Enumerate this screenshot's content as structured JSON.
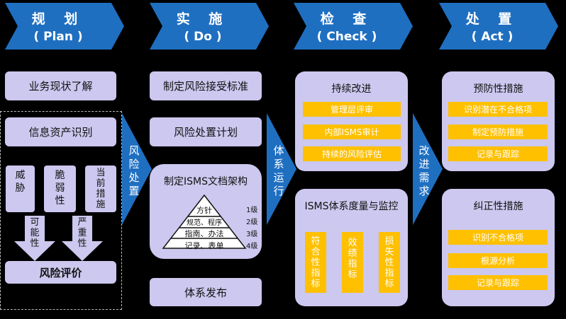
{
  "headers": [
    {
      "title": "规 划",
      "sub": "( Plan )"
    },
    {
      "title": "实 施",
      "sub": "( Do )"
    },
    {
      "title": "检 查",
      "sub": "( Check )"
    },
    {
      "title": "处 置",
      "sub": "( Act )"
    }
  ],
  "plan": {
    "box1": "业务现状了解",
    "box2": "信息资产识别",
    "threat": "威\n胁",
    "vuln": "脆\n弱\n性",
    "measures": "当\n前\n措\n施",
    "arrow_left": "可\n能\n性",
    "arrow_right": "严\n重\n性",
    "result": "风险评价"
  },
  "arrow1": "风\n险\n处\n置",
  "do": {
    "box1": "制定风险接受标准",
    "box2": "风险处置计划",
    "arch_title": "制定ISMS文档架构",
    "pyramid": [
      "方针",
      "规范、程序",
      "指南、办法",
      "记录、表单"
    ],
    "levels": [
      "1级",
      "2级",
      "3级",
      "4级"
    ],
    "box4": "体系发布"
  },
  "arrow2": "体\n系\n运\n行",
  "check": {
    "panel1_title": "持续改进",
    "panel1_items": [
      "管理层评审",
      "内部ISMS审计",
      "持续的风险评估"
    ],
    "panel2_title": "ISMS体系度量与监控",
    "panel2_items": [
      "符\n合\n性\n指\n标",
      "效\n绩\n指\n标",
      "损\n失\n性\n指\n标"
    ]
  },
  "arrow3": "改\n进\n需\n求",
  "act": {
    "panel1_title": "预防性措施",
    "panel1_items": [
      "识别潜在不合格项",
      "制定预防措施",
      "记录与跟踪"
    ],
    "panel2_title": "纠正性措施",
    "panel2_items": [
      "识别不合格项",
      "根源分析",
      "记录与跟踪"
    ]
  },
  "colors": {
    "header": "#1f6fc1",
    "box": "#ccc8ef",
    "accent": "#ffc000",
    "arrow": "#1f6fc1"
  }
}
